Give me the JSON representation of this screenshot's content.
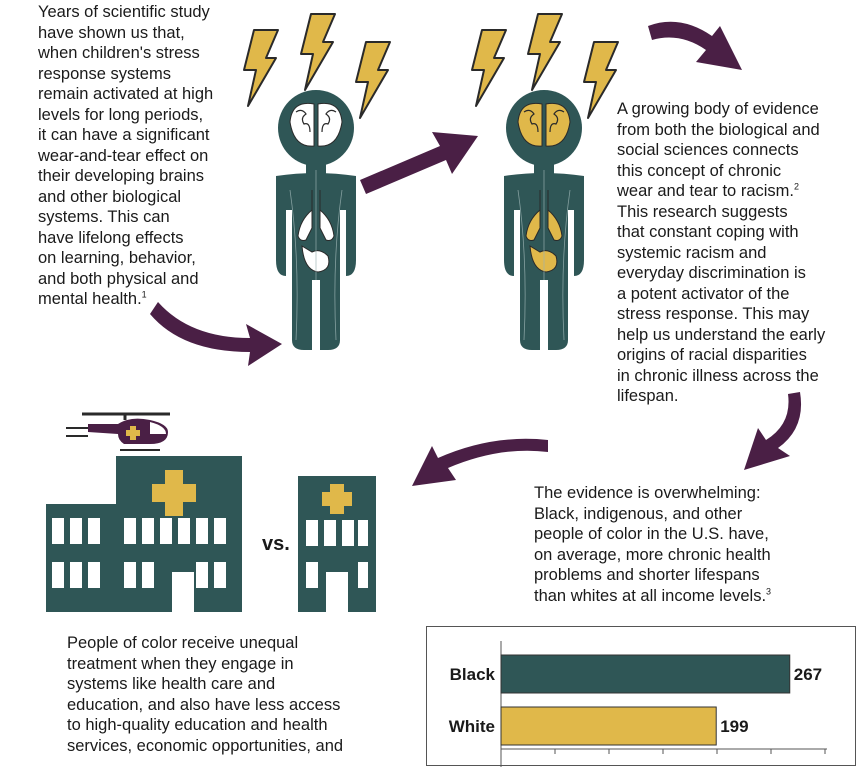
{
  "intro": {
    "lines": [
      "Years of scientific study",
      "have shown us that,",
      "when children's stress",
      "response systems",
      "remain activated at high",
      "levels for long periods,",
      "it can have a significant",
      "wear-and-tear effect on",
      "their developing brains",
      "and other biological",
      "systems. This can",
      "have lifelong effects",
      "on learning, behavior,",
      "and both physical and",
      "mental health."
    ],
    "footnote": "1"
  },
  "evidence": {
    "lines_a": [
      "A growing body of evidence",
      "from both the biological and",
      "social sciences connects",
      "this concept of chronic",
      "wear and tear to racism."
    ],
    "footnote_a": "2",
    "lines_b": [
      "This research suggests",
      "that constant coping with",
      "systemic racism and",
      "everyday discrimination is",
      "a potent activator of the",
      "stress response. This may",
      "help us understand the early",
      "origins of racial disparities",
      "in chronic illness across the",
      "lifespan."
    ]
  },
  "overwhelming": {
    "lines": [
      "The evidence is overwhelming:",
      "Black, indigenous, and other",
      "people of color in the U.S. have,",
      "on average, more chronic health",
      "problems and shorter lifespans",
      "than whites at all income levels."
    ],
    "footnote": "3"
  },
  "unequal": {
    "lines": [
      "People of color receive unequal",
      "treatment when they engage in",
      "systems like health care and",
      "education, and also have less access",
      "to high-quality education and health",
      "services, economic opportunities, and"
    ]
  },
  "comparison_label": "vs.",
  "colors": {
    "figure": "#2f5656",
    "accent": "#e0b84a",
    "arrow": "#4a1f45",
    "lightning": "#e0b84a"
  },
  "chart_data": {
    "type": "bar",
    "orientation": "horizontal",
    "categories": [
      "Black",
      "White"
    ],
    "values": [
      267,
      199
    ],
    "colors": [
      "#2f5656",
      "#e0b84a"
    ],
    "title": "",
    "xlabel": "",
    "ylabel": ""
  }
}
